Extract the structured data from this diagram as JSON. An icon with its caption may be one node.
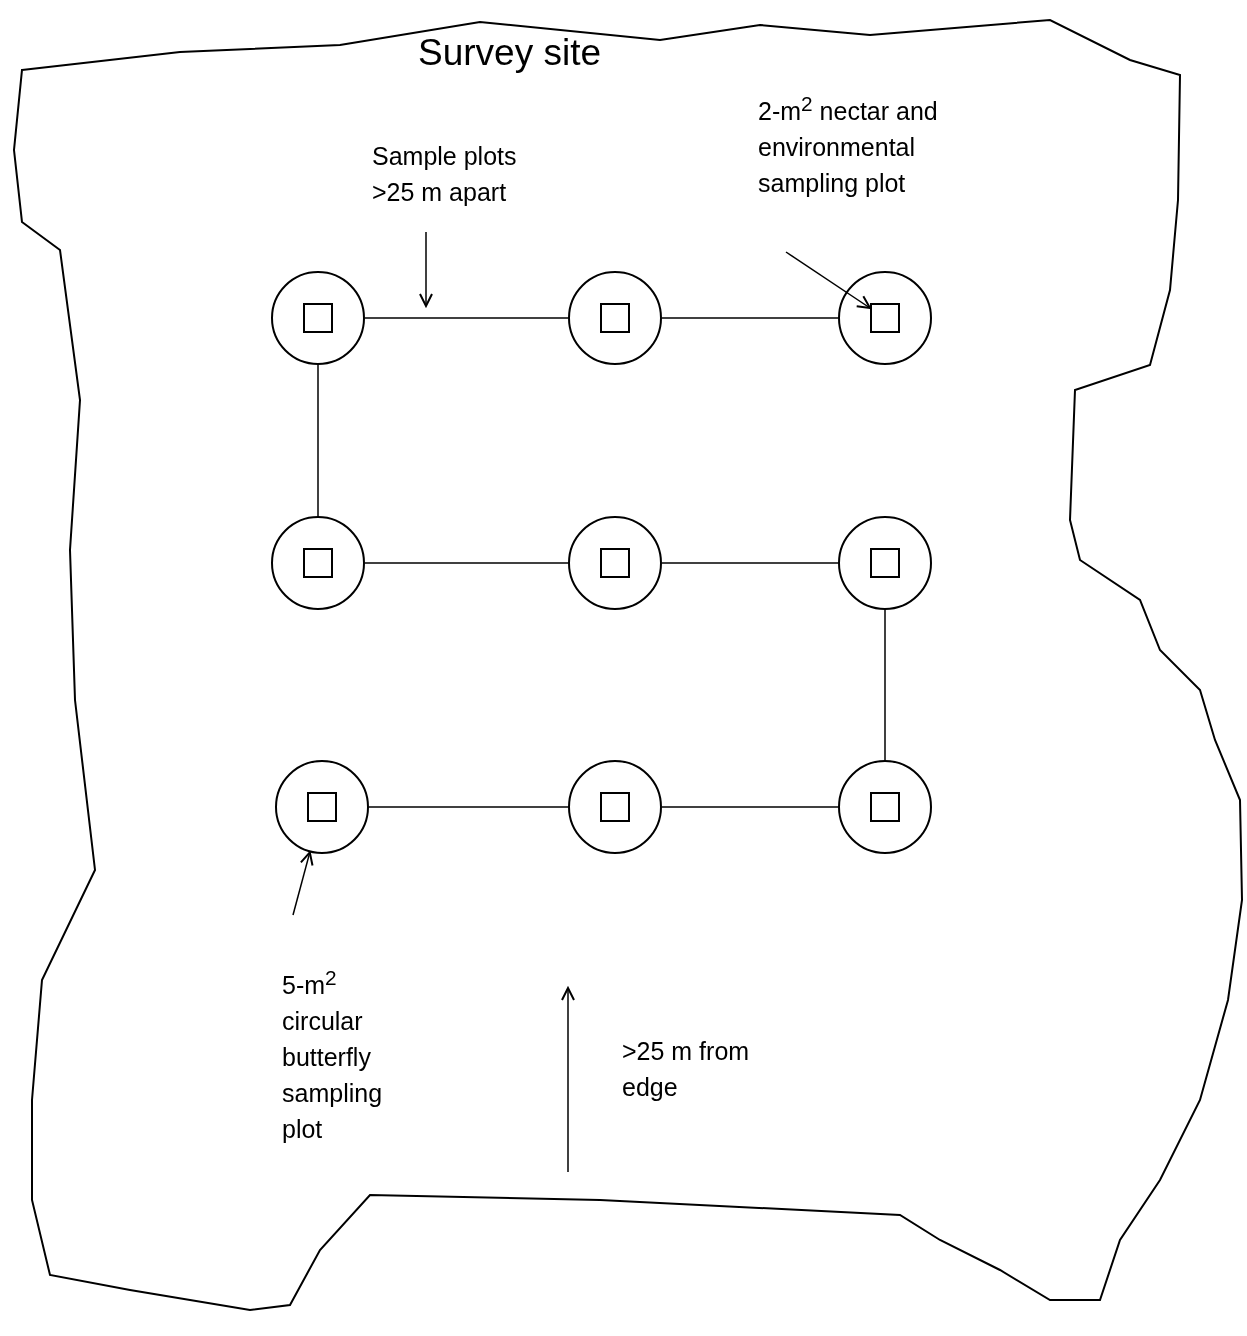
{
  "diagram": {
    "nodes": [
      {
        "text": [
          "Survey site"
        ]
      },
      {
        "text": [],
        "shape": "circle",
        "in": 0
      },
      {
        "text": [],
        "shape": "box",
        "in": 1
      },
      {
        "text": [],
        "shape": "circle",
        "in": 0
      },
      {
        "text": [],
        "shape": "box",
        "in": 3
      },
      {
        "text": [],
        "shape": "circle",
        "in": 0
      },
      {
        "text": [],
        "shape": "box",
        "in": 5
      },
      {
        "text": [],
        "shape": "circle",
        "in": 0
      },
      {
        "text": [],
        "shape": "box",
        "in": 7
      },
      {
        "text": [],
        "shape": "circle",
        "in": 0
      },
      {
        "text": [],
        "shape": "box",
        "in": 9
      },
      {
        "text": [],
        "shape": "circle",
        "in": 0
      },
      {
        "text": [],
        "shape": "box",
        "in": 11
      },
      {
        "text": [],
        "shape": "circle",
        "in": 0
      },
      {
        "text": [],
        "shape": "box",
        "in": 13
      },
      {
        "text": [],
        "shape": "circle",
        "in": 0
      },
      {
        "text": [],
        "shape": "box",
        "in": 15
      },
      {
        "text": [],
        "shape": "circle",
        "in": 0
      },
      {
        "text": [],
        "shape": "box",
        "in": 17
      },
      {
        "text": [
          "Sample plots >25 m apart"
        ],
        "in": 0
      },
      {
        "text": [
          "2-m$^{2}$ nectar and environmental sampling plot"
        ],
        "in": 0
      },
      {
        "text": [
          "5-m$^{2}$ circular butterfly sampling plot"
        ],
        "in": 0
      }
    ],
    "edges": [
      {
        "from": 1,
        "to": 3,
        "arrow": "none"
      },
      {
        "from": 3,
        "to": 5,
        "arrow": "none"
      },
      {
        "from": 1,
        "to": 7,
        "arrow": "none"
      },
      {
        "from": 7,
        "to": 9,
        "arrow": "none"
      },
      {
        "from": 9,
        "to": 11,
        "arrow": "none"
      },
      {
        "from": 11,
        "to": 17,
        "arrow": "none"
      },
      {
        "from": 13,
        "to": 15,
        "arrow": "none"
      },
      {
        "from": 15,
        "to": 17,
        "arrow": "none"
      },
      {
        "from": 19,
        "to": null,
        "arrow": "to"
      },
      {
        "from": 20,
        "to": 6,
        "arrow": "to"
      },
      {
        "from": 21,
        "to": 13,
        "arrow": "to"
      }
    ],
    "labels": [
      ">25 m from edge"
    ]
  }
}
